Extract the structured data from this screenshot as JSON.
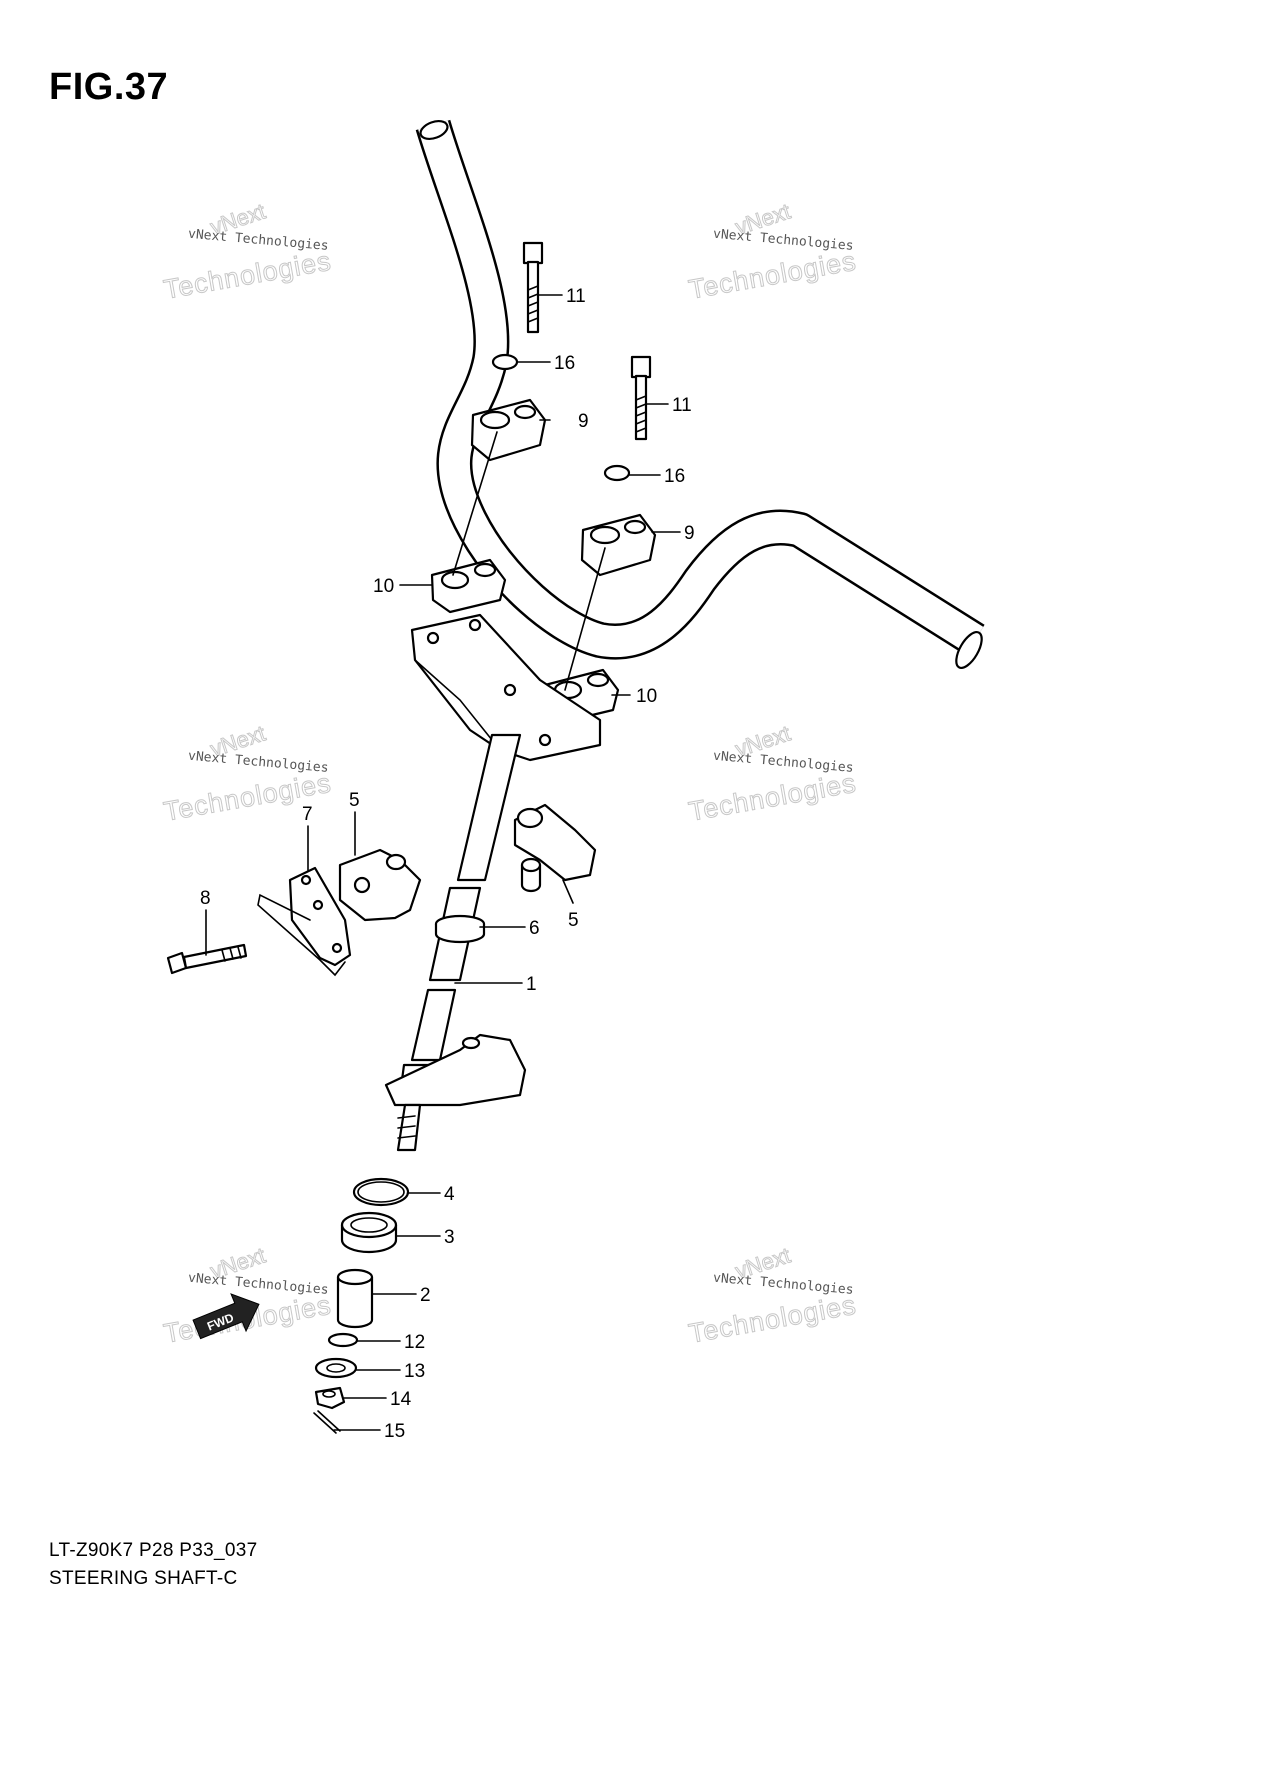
{
  "figure": {
    "title": "FIG.37"
  },
  "watermark": {
    "name": "vNext Technologies",
    "brand": "vNext",
    "word": "Technologies"
  },
  "callouts": [
    {
      "id": "c11a",
      "label": "11"
    },
    {
      "id": "c16a",
      "label": "16"
    },
    {
      "id": "c9a",
      "label": "9"
    },
    {
      "id": "c11b",
      "label": "11"
    },
    {
      "id": "c16b",
      "label": "16"
    },
    {
      "id": "c9b",
      "label": "9"
    },
    {
      "id": "c10a",
      "label": "10"
    },
    {
      "id": "c10b",
      "label": "10"
    },
    {
      "id": "c7",
      "label": "7"
    },
    {
      "id": "c5a",
      "label": "5"
    },
    {
      "id": "c5b",
      "label": "5"
    },
    {
      "id": "c8",
      "label": "8"
    },
    {
      "id": "c6",
      "label": "6"
    },
    {
      "id": "c1",
      "label": "1"
    },
    {
      "id": "c4",
      "label": "4"
    },
    {
      "id": "c3",
      "label": "3"
    },
    {
      "id": "c2",
      "label": "2"
    },
    {
      "id": "c12",
      "label": "12"
    },
    {
      "id": "c13",
      "label": "13"
    },
    {
      "id": "c14",
      "label": "14"
    },
    {
      "id": "c15",
      "label": "15"
    }
  ],
  "fwd_arrow": {
    "label": "FWD"
  },
  "footer": {
    "model_code": "LT-Z90K7 P28 P33_037",
    "part_name": "STEERING SHAFT-C"
  }
}
